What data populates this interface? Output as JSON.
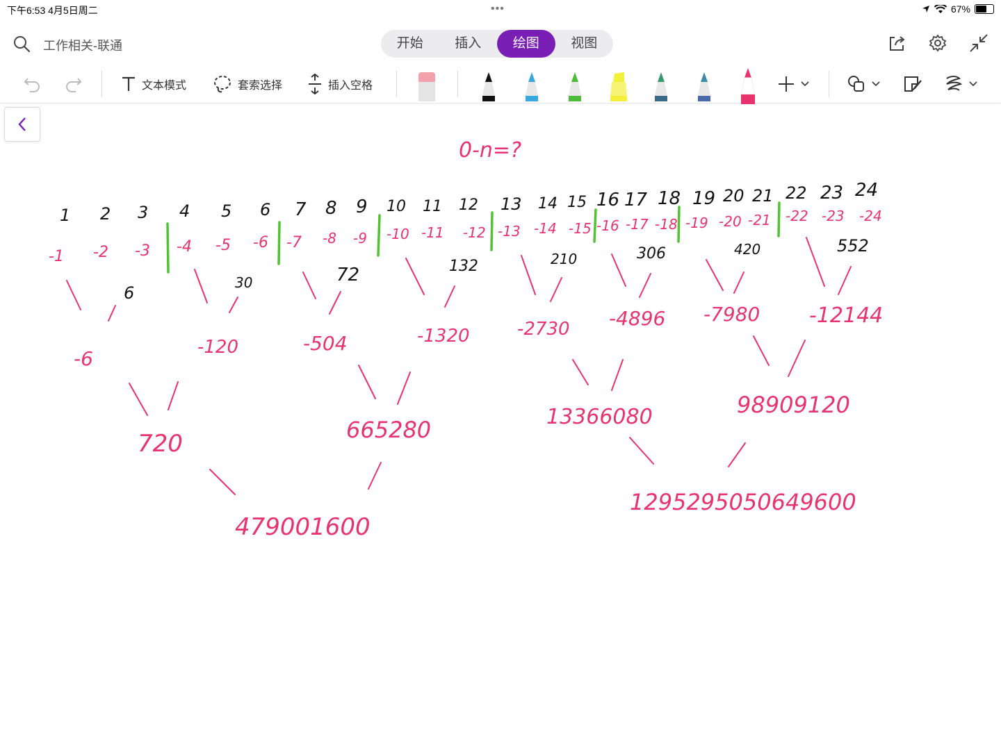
{
  "status_bar": {
    "time": "下午6:53   4月5日周二",
    "battery": "67%",
    "battery_level": 0.67
  },
  "header": {
    "doc_title": "工作相关-联通",
    "tabs": [
      {
        "label": "开始",
        "active": false
      },
      {
        "label": "插入",
        "active": false
      },
      {
        "label": "绘图",
        "active": true
      },
      {
        "label": "视图",
        "active": false
      }
    ],
    "icons": [
      "search-icon",
      "share-icon",
      "gear-icon",
      "collapse-icon"
    ]
  },
  "toolbar": {
    "text_mode": "文本模式",
    "lasso_select": "套索选择",
    "insert_space": "插入空格",
    "pens": [
      {
        "name": "eraser",
        "color": "#f2a0ab"
      },
      {
        "name": "black-pen",
        "color": "#111111"
      },
      {
        "name": "blue-pen",
        "color": "#3aa8e0"
      },
      {
        "name": "green-pen",
        "color": "#4cbb3a"
      },
      {
        "name": "yellow-highlighter",
        "color": "#f4ef3a"
      },
      {
        "name": "galaxy-green-pen",
        "color": "#3a9a6a"
      },
      {
        "name": "galaxy-blue-pen",
        "color": "#3a8aa8"
      },
      {
        "name": "pink-pen",
        "color": "#e8336e"
      }
    ]
  },
  "note": {
    "title": "0-n=?",
    "numbers": [
      "1",
      "2",
      "3",
      "4",
      "5",
      "6",
      "7",
      "8",
      "9",
      "10",
      "11",
      "12",
      "13",
      "14",
      "15",
      "16",
      "17",
      "18",
      "19",
      "20",
      "21",
      "22",
      "23",
      "24"
    ],
    "negatives": [
      "-1",
      "-2",
      "-3",
      "-4",
      "-5",
      "-6",
      "-7",
      "-8",
      "-9",
      "-10",
      "-11",
      "-12",
      "-13",
      "-14",
      "-15",
      "-16",
      "-17",
      "-18",
      "-19",
      "-20",
      "-21",
      "-22",
      "-23",
      "-24"
    ],
    "group_products": [
      "6",
      "30",
      "72",
      "132",
      "210",
      "306",
      "420",
      "552"
    ],
    "triple_products": [
      "-6",
      "-120",
      "-504",
      "-1320",
      "-2730",
      "-4896",
      "-7980",
      "-12144"
    ],
    "level2": [
      "720",
      "665280",
      "13366080",
      "98909120"
    ],
    "level3": [
      "479001600",
      "1295295050649600"
    ]
  },
  "colors": {
    "accent": "#7a1fb5",
    "ink_black": "#111111",
    "ink_red": "#e8336e",
    "divider_green": "#52c234"
  }
}
